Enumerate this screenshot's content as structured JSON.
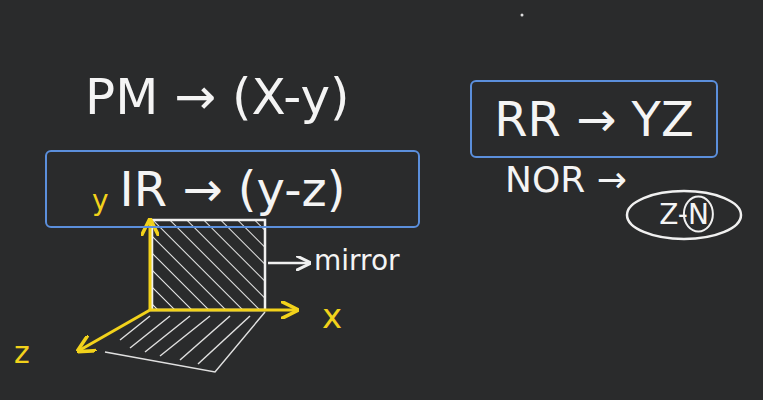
{
  "diagram": {
    "nodes": [
      {
        "text": [
          "RR → YZ"
        ]
      },
      {
        "text": [
          "IR → (y-z)"
        ]
      },
      {
        "text": [
          "Z-N"
        ]
      }
    ],
    "labels": [
      "PM → (X-y)",
      "NOR →",
      "mirror",
      "y",
      "x",
      "z"
    ]
  }
}
